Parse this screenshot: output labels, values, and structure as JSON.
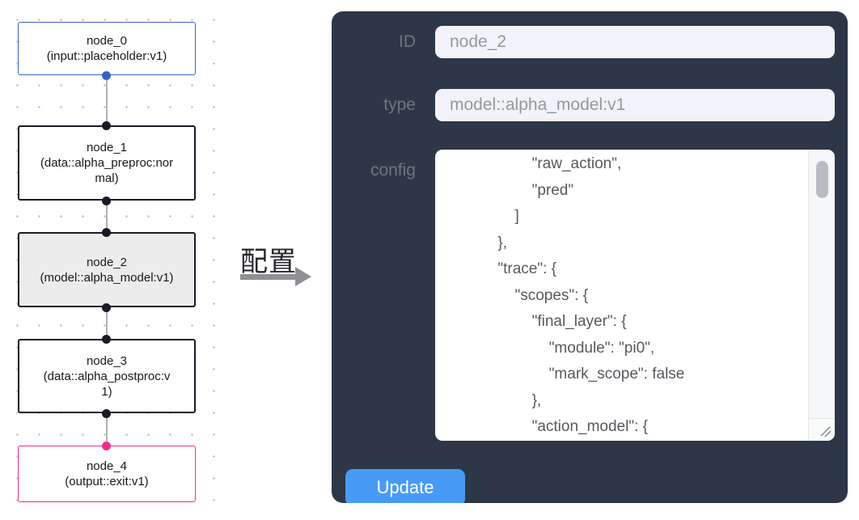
{
  "flow": {
    "nodes": [
      {
        "id": "node_0",
        "type_label": "(input::placeholder:v1)",
        "variant": "input"
      },
      {
        "id": "node_1",
        "type_label": "(data::alpha_preproc:normal)",
        "variant": "default"
      },
      {
        "id": "node_2",
        "type_label": "(model::alpha_model:v1)",
        "variant": "selected"
      },
      {
        "id": "node_3",
        "type_label": "(data::alpha_postproc:v1)",
        "variant": "default"
      },
      {
        "id": "node_4",
        "type_label": "(output::exit:v1)",
        "variant": "output"
      }
    ]
  },
  "annotation": {
    "label": "配置"
  },
  "panel": {
    "id_field": {
      "label": "ID",
      "value": "node_2"
    },
    "type_field": {
      "label": "type",
      "value": "model::alpha_model:v1"
    },
    "config_label": "config",
    "config_text": "                    \"raw_action\",\n                    \"pred\"\n                ]\n            },\n            \"trace\": {\n                \"scopes\": {\n                    \"final_layer\": {\n                        \"module\": \"pi0\",\n                        \"mark_scope\": false\n                    },\n                    \"action_model\": {",
    "update_label": "Update"
  },
  "colors": {
    "panel_bg": "#2d3747",
    "button_blue": "#479bf5",
    "input_node_blue": "#3a62c9",
    "output_node_pink": "#ee2e8a",
    "selected_node_bg": "#ececec",
    "edge_gray": "#b1b1b7"
  }
}
